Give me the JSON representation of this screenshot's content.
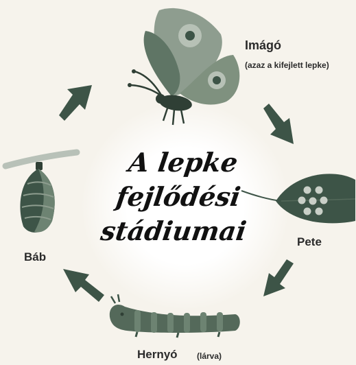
{
  "title": {
    "line1": "A lepke",
    "line2": "fejlődési",
    "line3": "stádiumai"
  },
  "stages": {
    "imago": {
      "label": "Imágó",
      "sublabel": "(azaz a kifejlett lepke)"
    },
    "egg": {
      "label": "Pete"
    },
    "larva": {
      "label": "Hernyó",
      "sublabel": "(lárva)"
    },
    "pupa": {
      "label": "Báb"
    }
  },
  "colors": {
    "background": "#f6f3ec",
    "dark_green": "#3d5447",
    "mid_green": "#6d8372",
    "light_green": "#8e9d8f",
    "pale": "#b8c1b8",
    "text": "#2a2a2a"
  }
}
